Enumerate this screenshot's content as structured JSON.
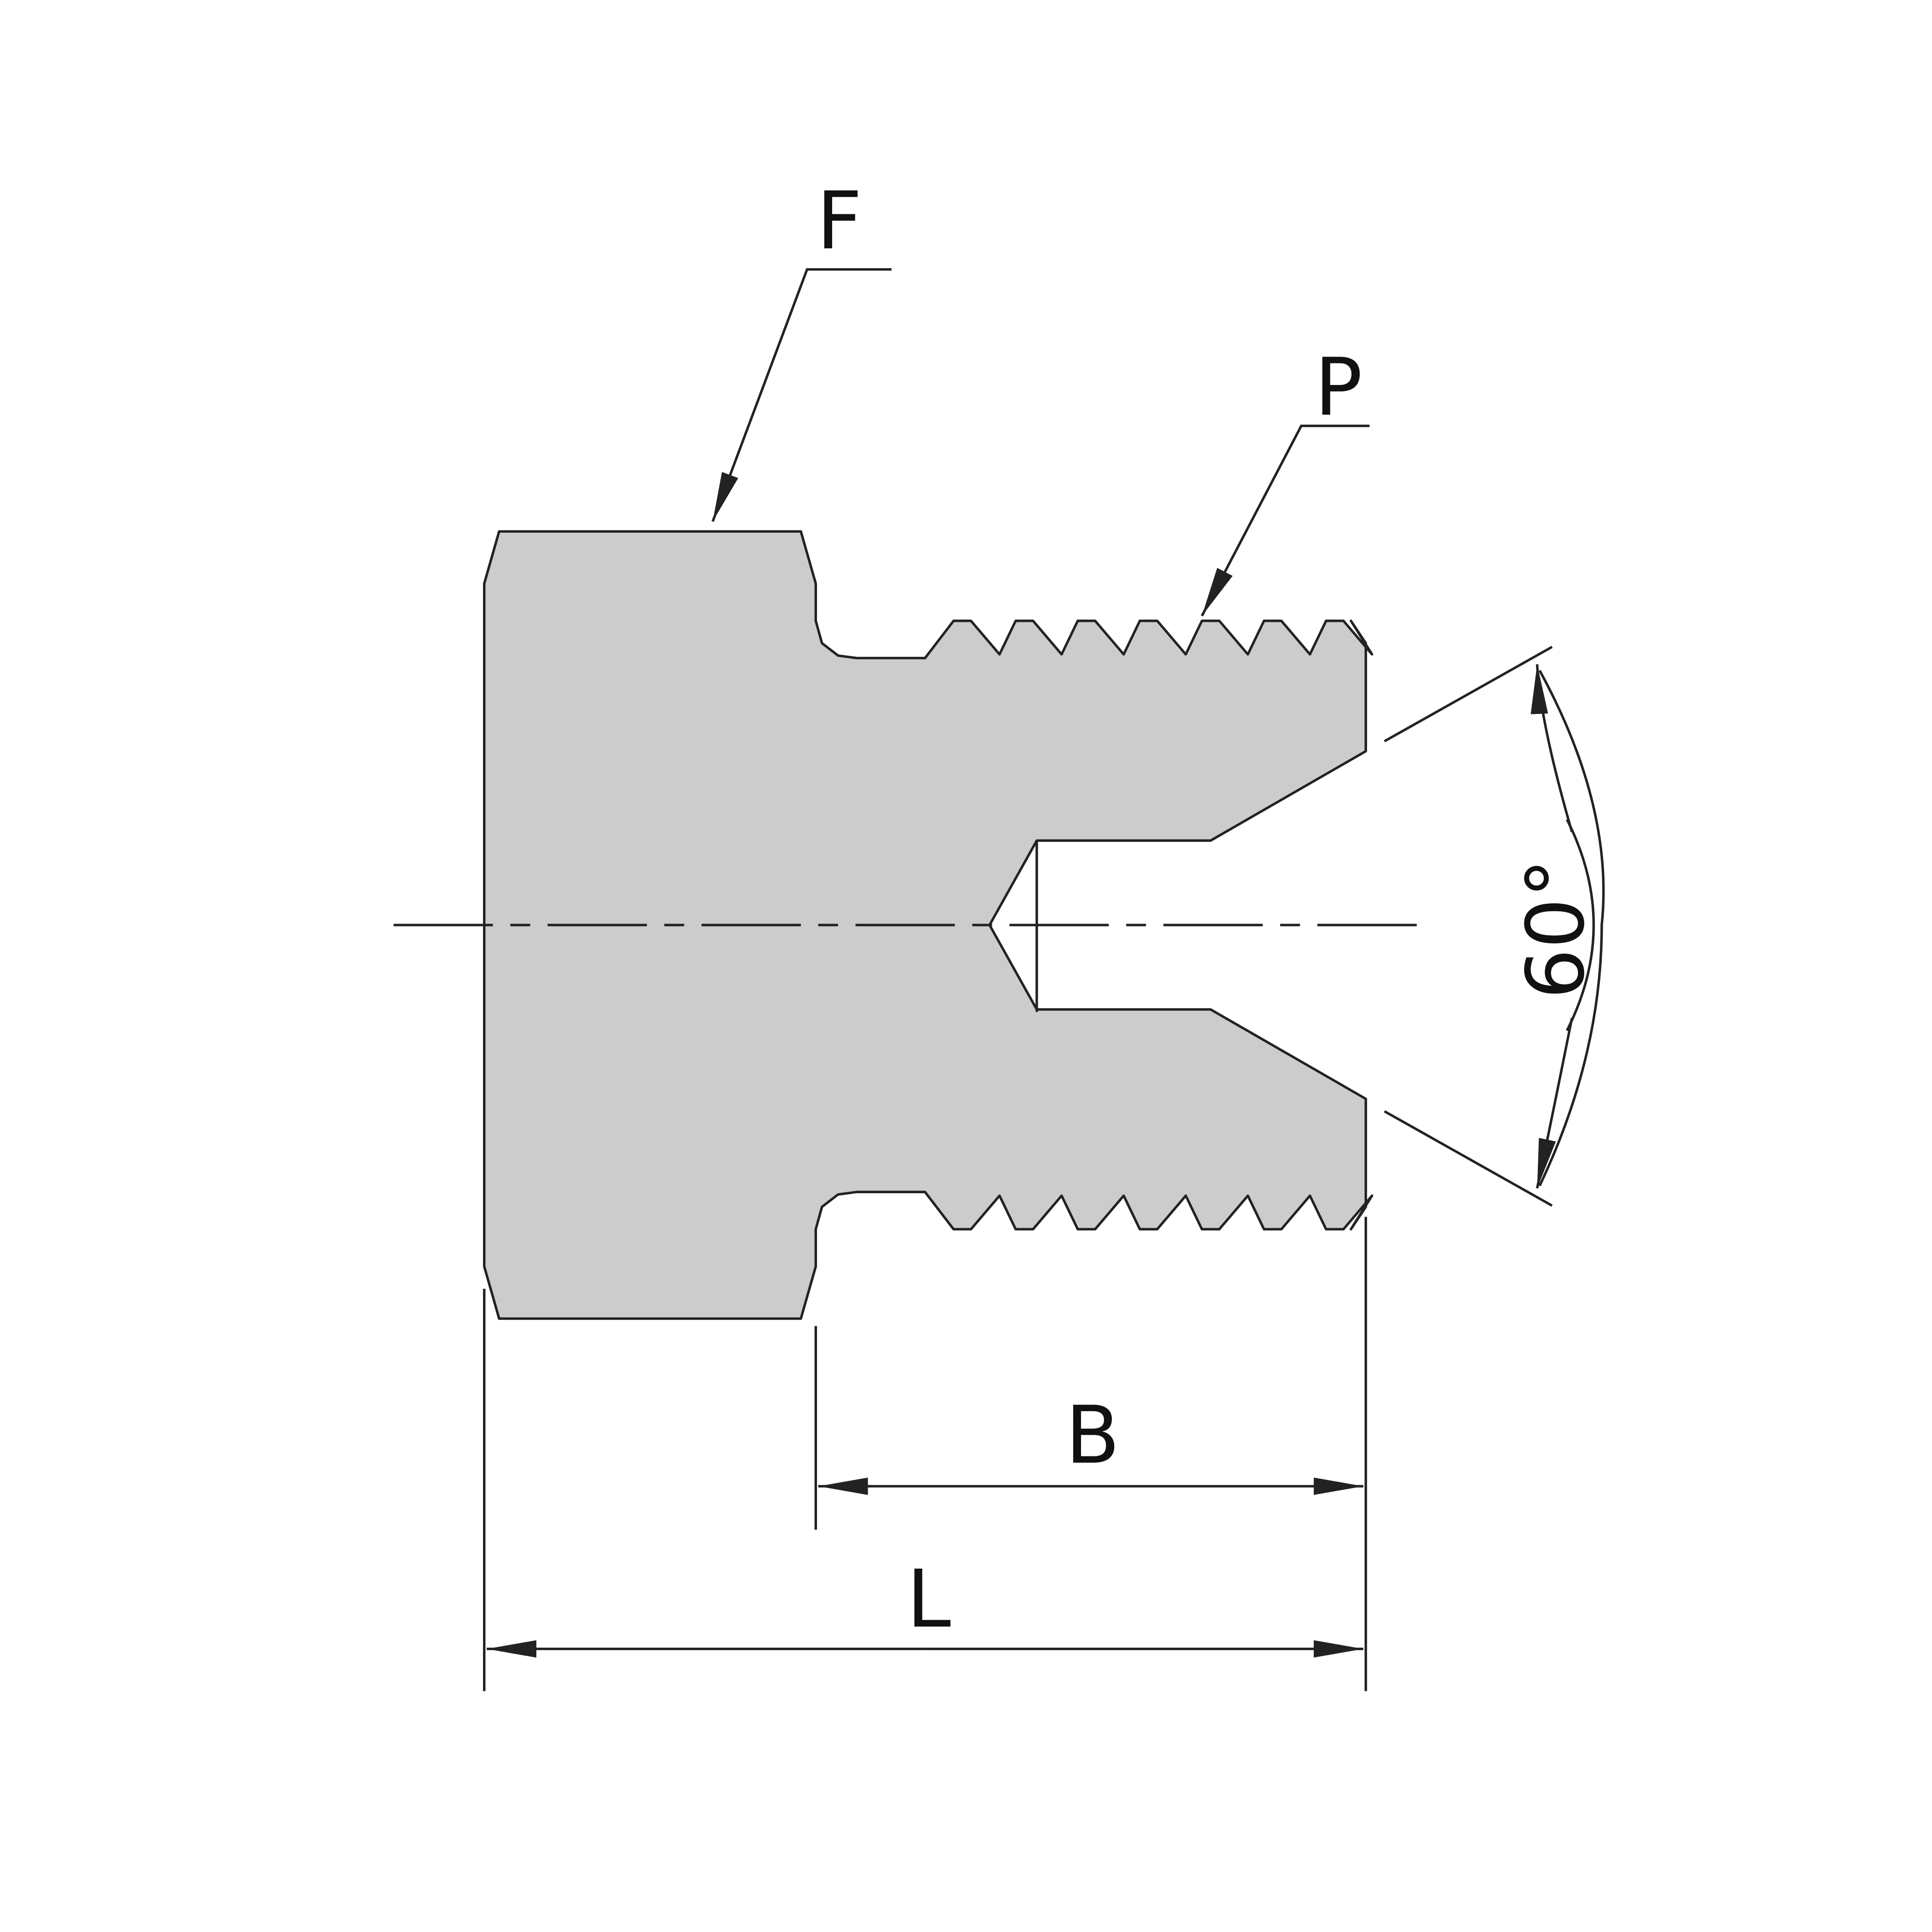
{
  "drawing": {
    "labels": {
      "hex_flat": "F",
      "pipe_thread": "P",
      "cone_angle": "60°",
      "thread_length": "B",
      "overall_length": "L"
    },
    "colors": {
      "body_fill": "#cccccc",
      "line": "#222222",
      "background": "#ffffff"
    }
  }
}
